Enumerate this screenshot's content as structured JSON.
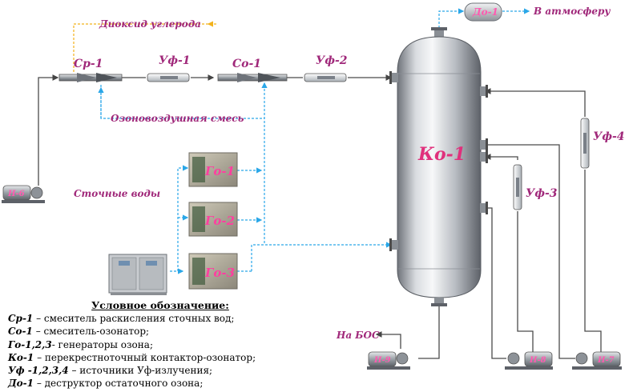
{
  "labels": {
    "sr1": "Ср-1",
    "uf1": "Уф-1",
    "so1": "Со-1",
    "uf2": "Уф-2",
    "uf3": "Уф-3",
    "uf4": "Уф-4",
    "ko1": "Ко-1",
    "do1": "До-1",
    "go1": "Го-1",
    "go2": "Го-2",
    "go3": "Го-3",
    "n6": "Н-6",
    "n7": "Н-7",
    "n8": "Н-8",
    "n9": "Н-9"
  },
  "notes": {
    "co2": "Диоксид углерода",
    "ozone_mix": "Озоновоздушная смесь",
    "atmosphere": "В атмосферу",
    "wastewater": "Сточные воды",
    "to_bos": "На БОС"
  },
  "legend": {
    "title": "Условное обозначение:",
    "items": [
      {
        "code": "Ср-1",
        "text": " – смеситель раскисления сточных вод;"
      },
      {
        "code": "Со-1",
        "text": " – смеситель-озонатор;"
      },
      {
        "code": "Го-1,2,3",
        "text": "- генераторы озона;"
      },
      {
        "code": "Ко-1",
        "text": " – перекрестноточный контактор-озонатор;"
      },
      {
        "code": "Уф -1,2,3,4",
        "text": " – источники Уф-излучения;"
      },
      {
        "code": "До-1",
        "text": " – деструктор остаточного озона;"
      }
    ]
  },
  "colors": {
    "label": "#a0287a",
    "gas_line": "#2aa7e8",
    "co2_line": "#f2b21c",
    "pipe": "#4b4b4b"
  }
}
